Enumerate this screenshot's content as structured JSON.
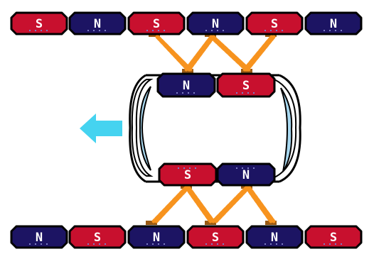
{
  "colors": {
    "background": "#ffffff",
    "north": "#1c1463",
    "south": "#c8102e",
    "outline": "#000000",
    "gap": "#9a5a14",
    "field_line": "#f7931e",
    "dot": "#7c7cc4",
    "arrow": "#45d3f0",
    "track": "#a8d8f0"
  },
  "top_rail": [
    "S",
    "N",
    "S",
    "N",
    "S",
    "N"
  ],
  "bottom_rail": [
    "N",
    "S",
    "N",
    "S",
    "N",
    "S"
  ],
  "carriage": {
    "top_magnets": [
      "N",
      "S"
    ],
    "bottom_magnets": [
      "S",
      "N"
    ]
  },
  "motion": {
    "direction": "left",
    "icon": "arrow-left-icon"
  },
  "icons": [
    "arrow-left-icon"
  ]
}
